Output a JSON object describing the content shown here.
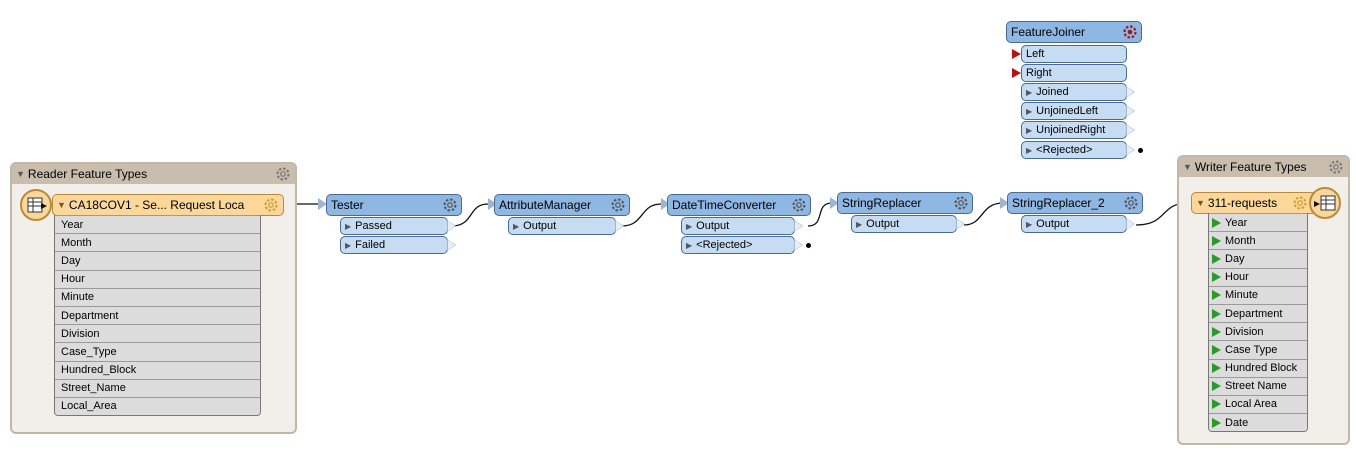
{
  "reader": {
    "title": "Reader Feature Types",
    "feature_type": "CA18COV1 - Se... Request Loca",
    "attributes": [
      "Year",
      "Month",
      "Day",
      "Hour",
      "Minute",
      "Department",
      "Division",
      "Case_Type",
      "Hundred_Block",
      "Street_Name",
      "Local_Area"
    ]
  },
  "writer": {
    "title": "Writer Feature Types",
    "feature_type": "311-requests",
    "attributes": [
      "Year",
      "Month",
      "Day",
      "Hour",
      "Minute",
      "Department",
      "Division",
      "Case Type",
      "Hundred Block",
      "Street Name",
      "Local Area",
      "Date"
    ]
  },
  "transformers": {
    "tester": {
      "name": "Tester",
      "ports": [
        "Passed",
        "Failed"
      ]
    },
    "attribute_manager": {
      "name": "AttributeManager",
      "ports": [
        "Output"
      ]
    },
    "datetime_converter": {
      "name": "DateTimeConverter",
      "ports": [
        "Output",
        "<Rejected>"
      ]
    },
    "string_replacer": {
      "name": "StringReplacer",
      "ports": [
        "Output"
      ]
    },
    "string_replacer_2": {
      "name": "StringReplacer_2",
      "ports": [
        "Output"
      ]
    },
    "feature_joiner": {
      "name": "FeatureJoiner",
      "inputs": [
        "Left",
        "Right"
      ],
      "outputs": [
        "Joined",
        "UnjoinedLeft",
        "UnjoinedRight",
        "<Rejected>"
      ]
    }
  },
  "colors": {
    "transformer": "#8fb7e4",
    "port": "#c6dcf3",
    "feature_type": "#fbd79b",
    "bookmark": "#f2efeb",
    "bookmark_header": "#c9bdad",
    "input_red": "#b01515",
    "input_green": "#2b9a2b",
    "joiner_gear": "#a01818"
  },
  "icons": {
    "settings": "gear-icon",
    "collapse": "triangle-down-icon",
    "table": "table-icon",
    "port": "triangle-right-icon"
  }
}
